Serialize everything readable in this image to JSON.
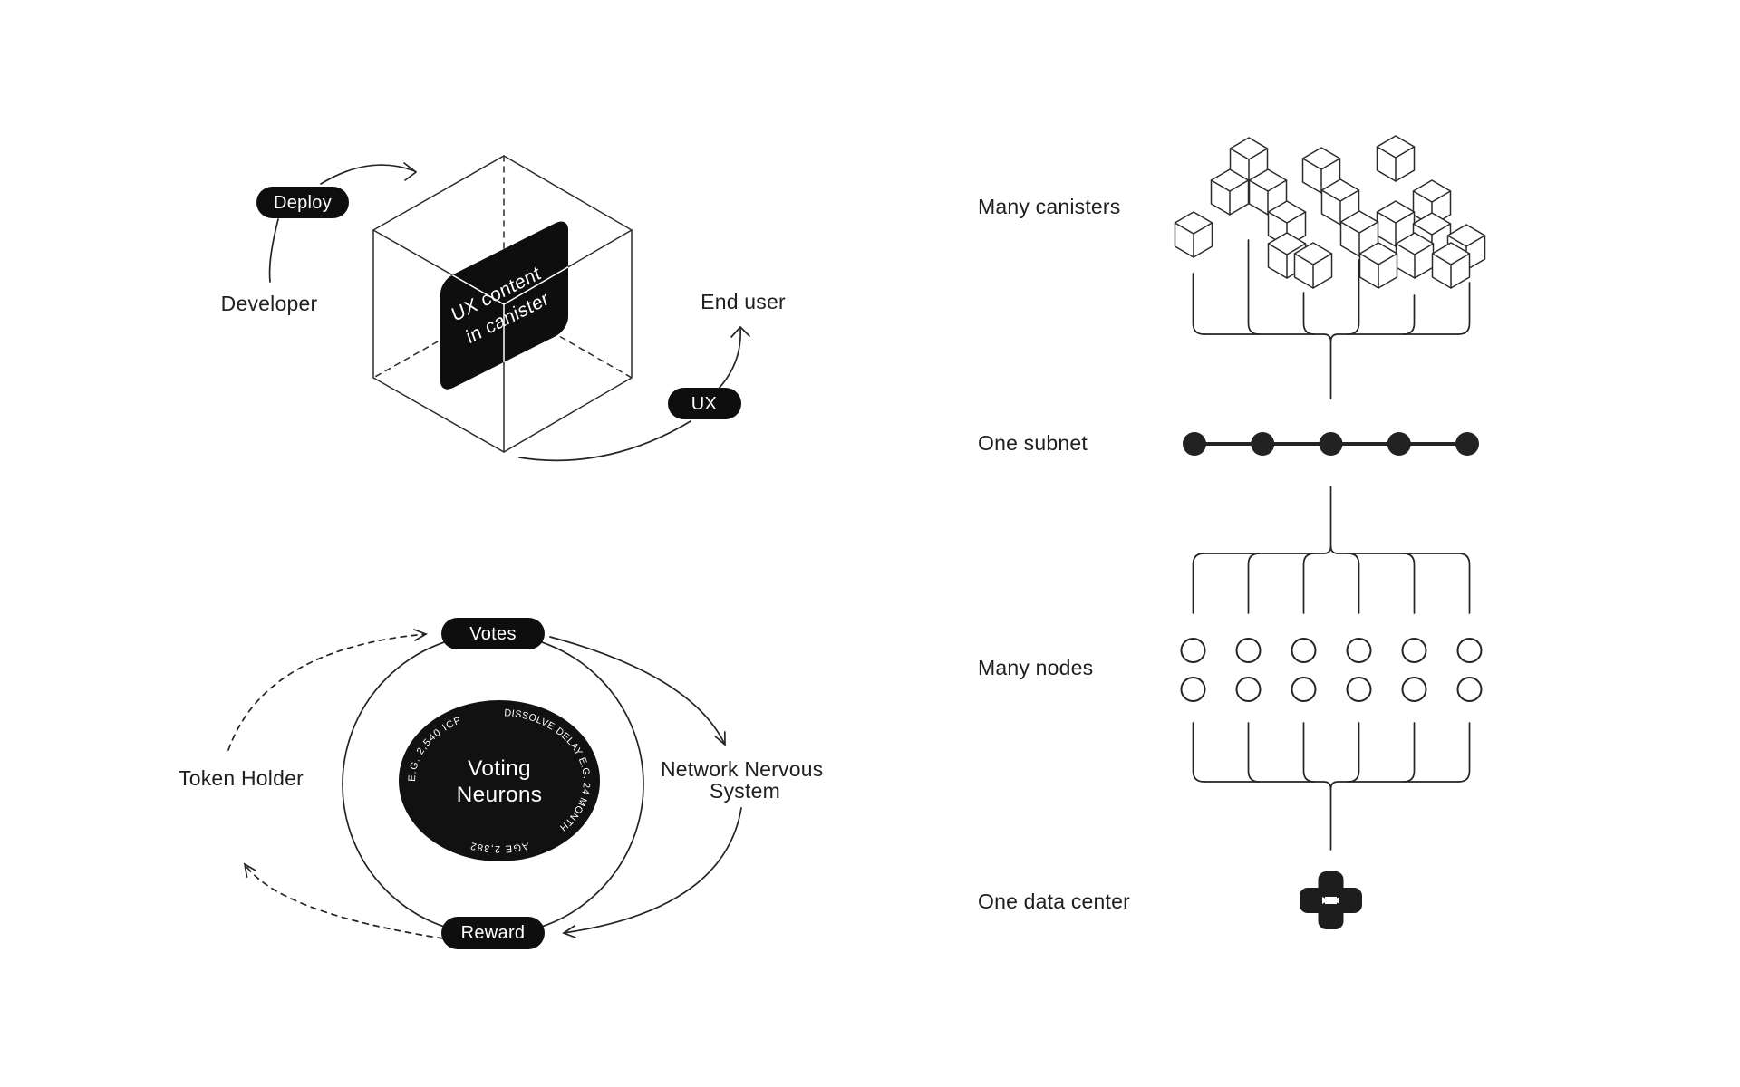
{
  "canvas": {
    "background": "#ffffff",
    "ink": "#242424",
    "pill_bg": "#0e0e0e",
    "pill_text": "#ffffff",
    "label_color": "#1f1f1f"
  },
  "deploy_flow": {
    "deploy_pill": "Deploy",
    "developer_label": "Developer",
    "cube_panel_line1": "UX content",
    "cube_panel_line2": "in canister",
    "end_user_label": "End user",
    "ux_pill": "UX"
  },
  "nns_flow": {
    "votes_pill": "Votes",
    "reward_pill": "Reward",
    "token_holder_label": "Token Holder",
    "nns_line1": "Network Nervous",
    "nns_line2": "System",
    "neuron_line1": "Voting",
    "neuron_line2": "Neurons",
    "arc_left": "E.G. 2,540 ICP",
    "arc_right": "DISSOLVE DELAY E.G. 24 MONTH",
    "arc_bottom": "AGE 2,382"
  },
  "hierarchy": {
    "rows": [
      {
        "label": "Many canisters",
        "icon": "canister-cubes-icon",
        "count": 18
      },
      {
        "label": "One subnet",
        "icon": "subnet-chain-icon",
        "count": 5
      },
      {
        "label": "Many nodes",
        "icon": "node-circles-icon",
        "count": 12
      },
      {
        "label": "One data center",
        "icon": "data-center-cluster-icon",
        "count": 1
      }
    ]
  }
}
